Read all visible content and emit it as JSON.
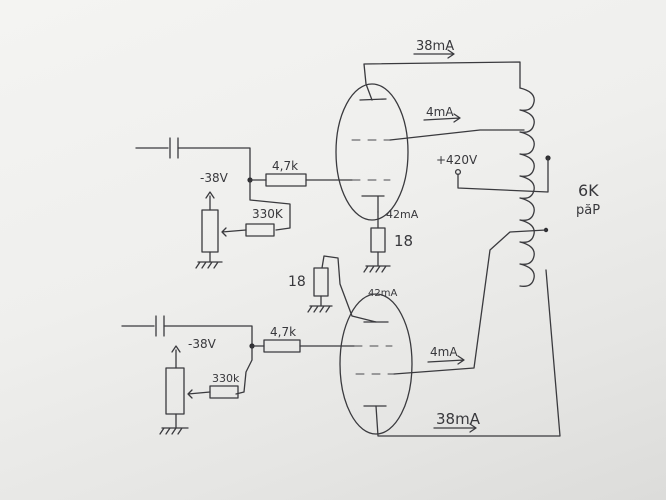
{
  "labels": {
    "current_top_plate": "38mA",
    "current_top_screen": "4mA",
    "current_top_cathode": "42mA",
    "current_bottom_cathode": "42mA",
    "current_bottom_screen": "4mA",
    "current_bottom_plate": "38mA",
    "supply_voltage": "+420V",
    "bias_top": "-38V",
    "bias_bottom": "-38V",
    "grid_resistor_top": "4,7k",
    "grid_resistor_bottom": "4,7k",
    "bias_resistor_top": "330K",
    "bias_resistor_bottom": "330k",
    "cathode_resistor_top": "18",
    "cathode_resistor_bottom": "18",
    "transformer_impedance": "6K",
    "transformer_type": "păP"
  }
}
